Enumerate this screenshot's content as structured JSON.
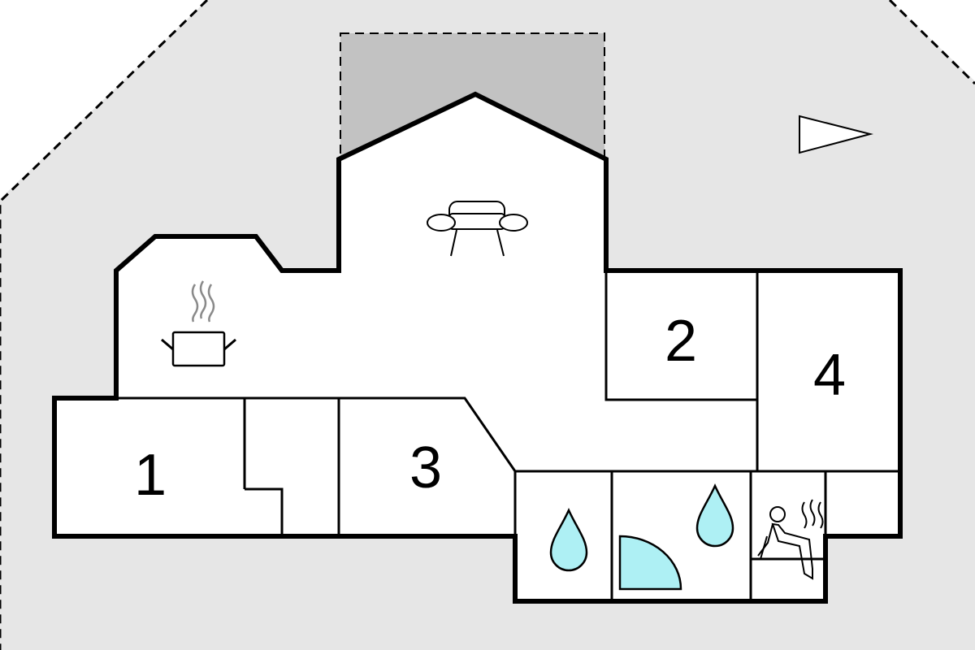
{
  "colors": {
    "plot_fill": "#e6e6e6",
    "plot_border": "#000000",
    "terrace_fill": "#c2c2c2",
    "house_fill": "#ffffff",
    "wall": "#000000",
    "water_fill": "#aef0f4",
    "steam": "#8a8a8a"
  },
  "rooms": {
    "bedroom_1": "1",
    "bedroom_2": "2",
    "bedroom_3": "3",
    "bedroom_4": "4"
  },
  "icons": {
    "living": "sofa-icon",
    "kitchen": "cooking-pot-icon",
    "bathroom": "water-drop-icon",
    "shower": "shower-cabin-icon",
    "sauna": "sauna-icon",
    "north": "north-arrow-icon"
  }
}
